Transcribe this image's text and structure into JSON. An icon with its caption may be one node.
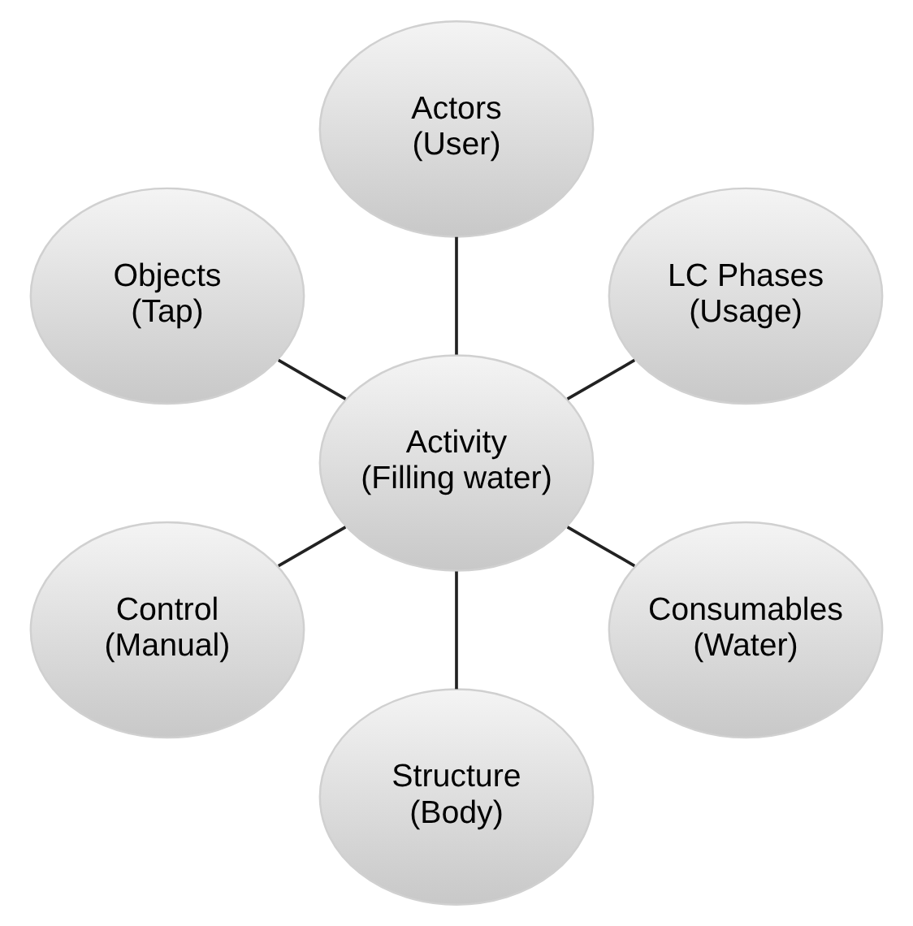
{
  "diagram": {
    "nodes": [
      {
        "text": [
          "LC Phases",
          "(Usage)"
        ]
      },
      {
        "text": [
          "Actors",
          "(User)"
        ]
      },
      {
        "text": [
          "Objects",
          "(Tap)"
        ]
      },
      {
        "text": [
          "Activity",
          "(Filling water)"
        ]
      },
      {
        "text": [
          "Control",
          "(Manual)"
        ]
      },
      {
        "text": [
          "Structure",
          "(Body)"
        ]
      },
      {
        "text": [
          "Consumables",
          "(Water)"
        ]
      }
    ],
    "edges": [
      {
        "from": 3,
        "to": 0,
        "arrow": "none"
      },
      {
        "from": 3,
        "to": 1,
        "arrow": "none"
      },
      {
        "from": 3,
        "to": 2,
        "arrow": "none"
      },
      {
        "from": 3,
        "to": 4,
        "arrow": "none"
      },
      {
        "from": 3,
        "to": 5,
        "arrow": "none"
      },
      {
        "from": 3,
        "to": 6,
        "arrow": "none"
      }
    ]
  }
}
